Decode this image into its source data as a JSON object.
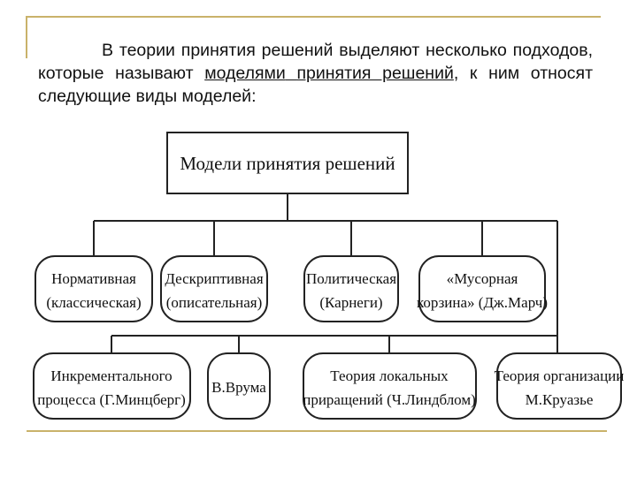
{
  "slide": {
    "intro": {
      "part1": "В теории принятия решений выделяют несколько подходов, которые называют",
      "link1": "моделями",
      "space": " ",
      "link2": "принятия решений",
      "part2": ", к ним относят следующие виды моделей:"
    }
  },
  "diagram": {
    "root": "Модели принятия решений",
    "row1": [
      {
        "line1": "Нормативная",
        "line2": "(классическая)"
      },
      {
        "line1": "Дескриптивная",
        "line2": "(описательная)"
      },
      {
        "line1": "Политическая",
        "line2": "(Карнеги)"
      },
      {
        "line1": "«Мусорная",
        "line2": "корзина» (Дж.Марч)"
      }
    ],
    "row2": [
      {
        "line1": "Инкрементального",
        "line2": "процесса (Г.Минцберг)"
      },
      {
        "line1": "В.Врума",
        "line2": ""
      },
      {
        "line1": "Теория локальных",
        "line2": "приращений (Ч.Линдблом)"
      },
      {
        "line1": "Теория организации",
        "line2": "М.Круазье"
      }
    ]
  },
  "colors": {
    "decoration": "#c9b26a",
    "stroke": "#222222"
  }
}
